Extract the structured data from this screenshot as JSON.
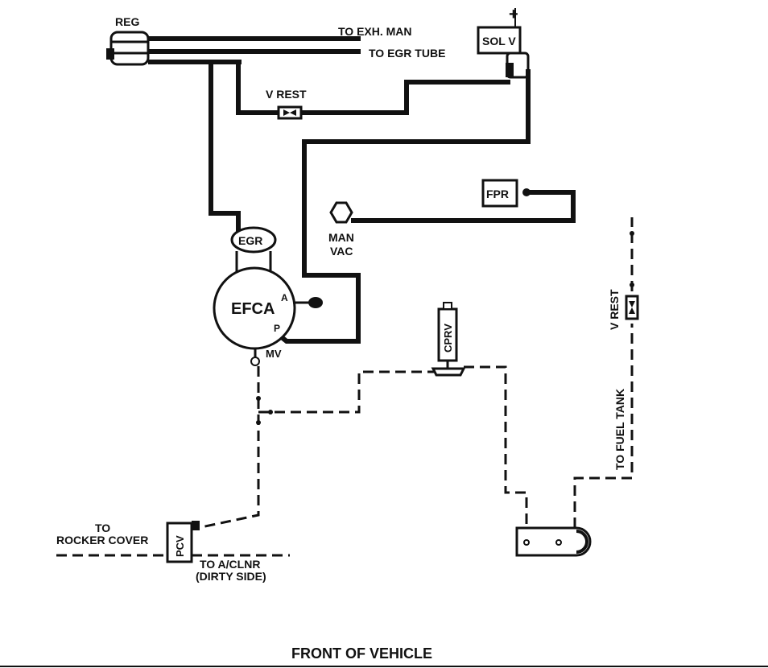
{
  "labels": {
    "reg": "REG",
    "to_exh_man": "TO EXH.  MAN",
    "to_egr_tube": "TO EGR TUBE",
    "sol_v": "SOL V",
    "plus": "+",
    "v_rest_top": "V REST",
    "fpr": "FPR",
    "man": "MAN",
    "vac": "VAC",
    "egr": "EGR",
    "efca": "EFCA",
    "efca_a": "A",
    "efca_p": "P",
    "mv": "MV",
    "cprv": "CPRV",
    "v_rest_side": "V REST",
    "to_fuel_tank": "TO FUEL TANK",
    "to": "TO",
    "rocker_cover": "ROCKER COVER",
    "pcv": "PCV",
    "to_aclnr": "TO A/CLNR",
    "dirty_side": "(DIRTY SIDE)",
    "front_of_vehicle": "FRONT OF VEHICLE"
  }
}
